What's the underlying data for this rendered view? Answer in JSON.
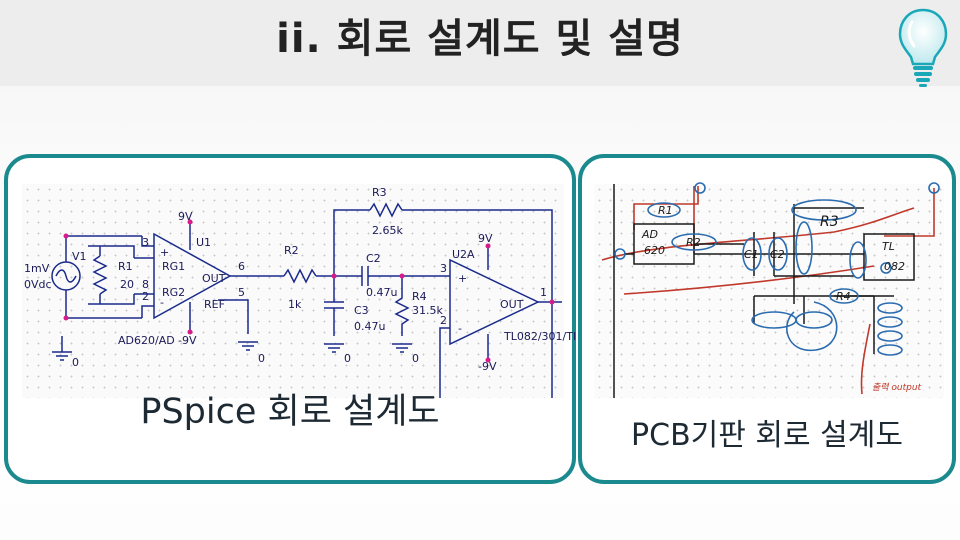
{
  "slide": {
    "title": "ii. 회로 설계도 및 설명"
  },
  "left_panel": {
    "caption": "PSpice 회로 설계도",
    "schematic": {
      "source_amp": "1mV",
      "source_dc": "0Vdc",
      "source_name": "V1",
      "r1_name": "R1",
      "r1_value": "20",
      "u1_name": "U1",
      "u1_part": "AD620/AD",
      "u1_pin_rg1": "RG1",
      "u1_pin_rg2": "RG2",
      "u1_pin_out": "OUT",
      "u1_pin_ref": "REF",
      "pin_3": "3",
      "pin_8": "8",
      "pin_2": "2",
      "pin_6": "6",
      "pin_5": "5",
      "pos_supply": "9V",
      "neg_supply": "-9V",
      "r2_name": "R2",
      "r2_value": "1k",
      "r3_name": "R3",
      "r3_value": "2.65k",
      "c2_name": "C2",
      "c2_value": "0.47u",
      "c3_name": "C3",
      "c3_value": "0.47u",
      "r4_name": "R4",
      "r4_value": "31.5k",
      "u2_name": "U2A",
      "u2_part": "TL082/301/TI",
      "u2_pin_out": "OUT",
      "u2_pin_3": "3",
      "u2_pin_2": "2",
      "u2_pin_1": "1",
      "ground": "0",
      "plus": "+",
      "minus": "-"
    }
  },
  "right_panel": {
    "caption": "PCB기판 회로 설계도",
    "sketch": {
      "ad_label": "AD",
      "chip_label": "620",
      "r1": "R1",
      "r2": "R2",
      "r3": "R3",
      "r4": "R4",
      "c1": "C1",
      "c2": "C2",
      "tl_label": "TL",
      "tl_num": "082",
      "out_note": "출력 output"
    }
  },
  "colors": {
    "teal": "#1a8a8e",
    "wire": "#1a2a8c",
    "pink": "#d81b8a",
    "sketch_blue": "#2b6cb0",
    "sketch_red": "#c0392b"
  }
}
